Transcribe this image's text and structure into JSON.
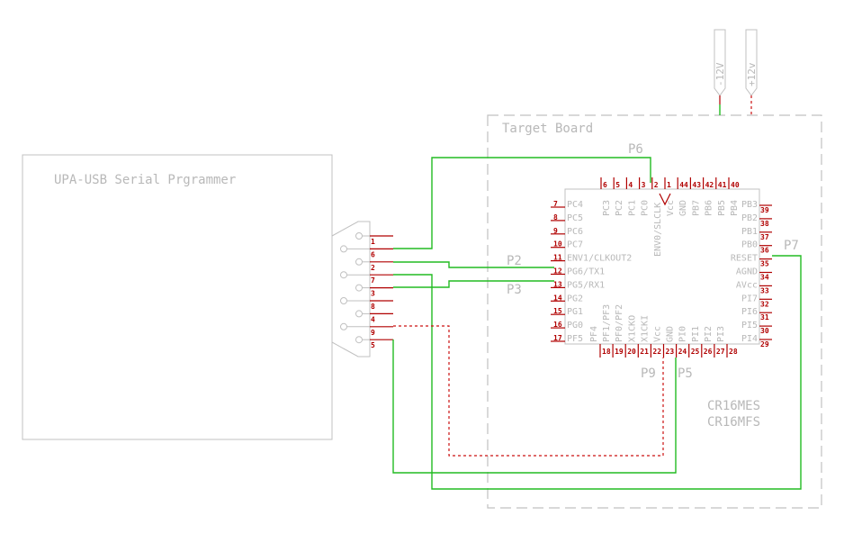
{
  "programmer": {
    "title": "UPA-USB Serial Prgrammer"
  },
  "target": {
    "title": "Target Board"
  },
  "chip": {
    "part_names": [
      "CR16MES",
      "CR16MFS"
    ],
    "top_pins": [
      {
        "num": "6",
        "name": "PC3"
      },
      {
        "num": "5",
        "name": "PC2"
      },
      {
        "num": "4",
        "name": "PC1"
      },
      {
        "num": "3",
        "name": "PC0"
      },
      {
        "num": "2",
        "name": "ENV0/SLCLK"
      },
      {
        "num": "1",
        "name": "Vcc"
      },
      {
        "num": "44",
        "name": "GND"
      },
      {
        "num": "43",
        "name": "PB7"
      },
      {
        "num": "42",
        "name": "PB6"
      },
      {
        "num": "41",
        "name": "PB5"
      },
      {
        "num": "40",
        "name": "PB4"
      }
    ],
    "left_pins": [
      {
        "num": "7",
        "name": "PC4"
      },
      {
        "num": "8",
        "name": "PC5"
      },
      {
        "num": "9",
        "name": "PC6"
      },
      {
        "num": "10",
        "name": "PC7"
      },
      {
        "num": "11",
        "name": "ENV1/CLKOUT2"
      },
      {
        "num": "12",
        "name": "PG6/TX1"
      },
      {
        "num": "13",
        "name": "PG5/RX1"
      },
      {
        "num": "14",
        "name": "PG2"
      },
      {
        "num": "15",
        "name": "PG1"
      },
      {
        "num": "16",
        "name": "PG0"
      },
      {
        "num": "17",
        "name": "PF5"
      }
    ],
    "bottom_pins": [
      {
        "num": "18",
        "name": "PF4"
      },
      {
        "num": "19",
        "name": "PF1/PF3"
      },
      {
        "num": "20",
        "name": "PF0/PF2"
      },
      {
        "num": "21",
        "name": "X1CKO"
      },
      {
        "num": "22",
        "name": "X1CKI"
      },
      {
        "num": "23",
        "name": "Vcc"
      },
      {
        "num": "24",
        "name": "GND"
      },
      {
        "num": "25",
        "name": "PI0"
      },
      {
        "num": "26",
        "name": "PI1"
      },
      {
        "num": "27",
        "name": "PI2"
      },
      {
        "num": "28",
        "name": "PI3"
      }
    ],
    "right_pins": [
      {
        "num": "39",
        "name": "PB3"
      },
      {
        "num": "38",
        "name": "PB2"
      },
      {
        "num": "37",
        "name": "PB1"
      },
      {
        "num": "36",
        "name": "PB0"
      },
      {
        "num": "35",
        "name": "RESET"
      },
      {
        "num": "34",
        "name": "AGND"
      },
      {
        "num": "33",
        "name": "AVcc"
      },
      {
        "num": "32",
        "name": "PI7"
      },
      {
        "num": "31",
        "name": "PI6"
      },
      {
        "num": "30",
        "name": "PI5"
      },
      {
        "num": "29",
        "name": "PI4"
      }
    ]
  },
  "connector": {
    "pins": [
      "1",
      "6",
      "2",
      "7",
      "3",
      "8",
      "4",
      "9",
      "5"
    ]
  },
  "nets": {
    "p6": "P6",
    "p2": "P2",
    "p3": "P3",
    "p7": "P7",
    "p9": "P9",
    "p5": "P5"
  },
  "supplies": {
    "neg": "-12V",
    "pos": "+12v"
  },
  "colors": {
    "wire": "#22bb22",
    "pin": "#b00000",
    "outline": "#c0c0c0"
  }
}
